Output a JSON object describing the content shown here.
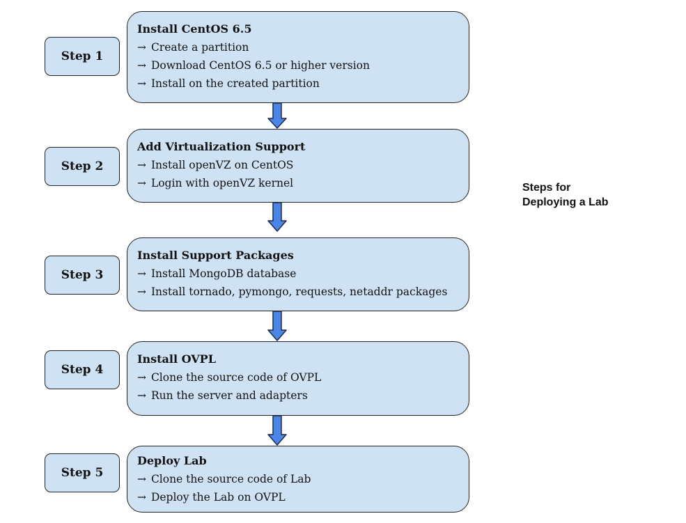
{
  "side_title": {
    "line1": "Steps for",
    "line2": "Deploying a Lab"
  },
  "arrow_glyph": "→",
  "colors": {
    "box_fill": "#cfe2f3",
    "arrow_fill": "#4a86e8"
  },
  "steps": [
    {
      "label": "Step 1",
      "title": "Install CentOS 6.5",
      "items": [
        "Create a partition",
        "Download CentOS 6.5 or higher version",
        "Install on the created partition"
      ]
    },
    {
      "label": "Step 2",
      "title": "Add Virtualization Support",
      "items": [
        "Install openVZ on CentOS",
        "Login with openVZ kernel"
      ]
    },
    {
      "label": "Step 3",
      "title": "Install Support Packages",
      "items": [
        "Install MongoDB database",
        "Install tornado, pymongo, requests, netaddr packages"
      ]
    },
    {
      "label": "Step 4",
      "title": "Install OVPL",
      "items": [
        "Clone the source code of OVPL",
        "Run the server and adapters"
      ]
    },
    {
      "label": "Step 5",
      "title": "Deploy Lab",
      "items": [
        "Clone the source code of Lab",
        "Deploy the Lab on OVPL"
      ]
    }
  ]
}
